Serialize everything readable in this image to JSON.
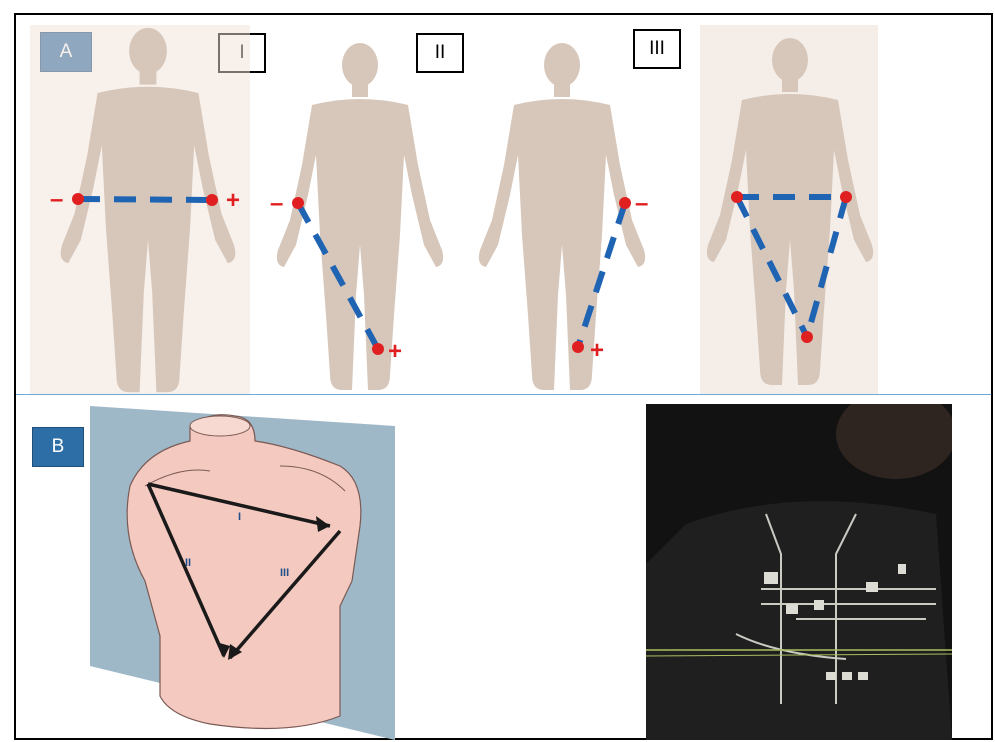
{
  "panels": {
    "a_label": "A",
    "b_label": "B"
  },
  "leads": [
    {
      "label": "I",
      "positive": "+",
      "negative": "–"
    },
    {
      "label": "II",
      "positive": "+",
      "negative": "–"
    },
    {
      "label": "III",
      "positive": "+",
      "negative": "–"
    }
  ],
  "triangle_labels": [
    "I",
    "II",
    "III"
  ],
  "colors": {
    "skin": "#d7c7bb",
    "electrode": "#e02020",
    "lead_line": "#1f63b3",
    "label_blue": "#2e6ea6",
    "torso": "#f4c9bf",
    "backdrop": "#9fb8c8",
    "shirt": "#1a1a1a",
    "wire": "#e8e8e0",
    "trace": "#a8c060"
  },
  "icons": {
    "figure": "human-silhouette-icon",
    "electrode": "electrode-dot-icon",
    "torso": "torso-illustration",
    "photo": "smart-shirt-photo"
  }
}
